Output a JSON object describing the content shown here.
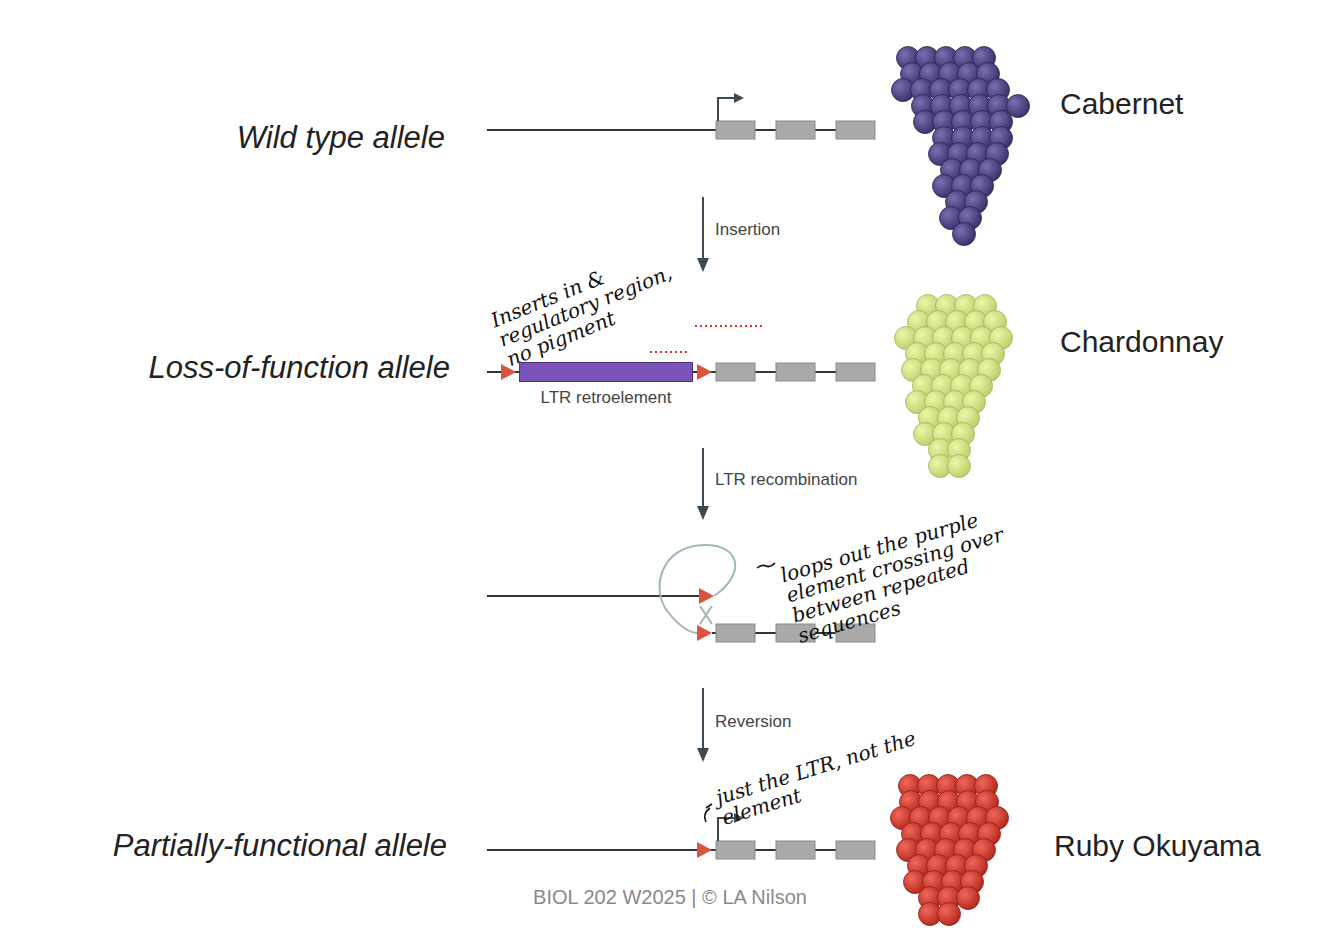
{
  "diagram": {
    "nodes": [
      {
        "text": [
          "LTR retroelement"
        ]
      }
    ],
    "labels": [
      "Wild type allele",
      "Cabernet",
      "Insertion",
      "Inserts in & regulatory region, no pigment",
      "Loss-of-function allele",
      "Chardonnay",
      "LTR recombination",
      "loops out the purple element crossing over between repeated sequences",
      "Reversion",
      "just the LTR, not the element",
      "Partially-functional allele",
      "Ruby Okuyama",
      "BIOL 202 W2025 | © LA Nilson"
    ]
  }
}
